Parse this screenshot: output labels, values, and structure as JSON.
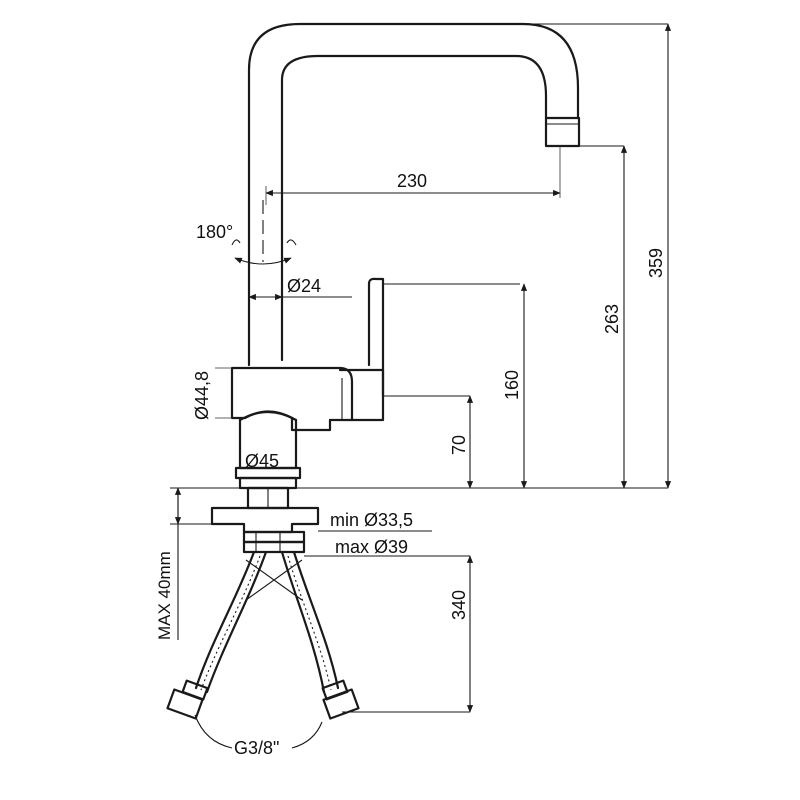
{
  "diagram": {
    "labels": {
      "rotation": "180°",
      "spout_reach": "230",
      "spout_diameter": "Ø24",
      "total_height": "359",
      "outlet_height": "263",
      "lever_height": "160",
      "body_height": "70",
      "body_diameter": "Ø44,8",
      "base_diameter": "Ø45",
      "hole_min": "min Ø33,5",
      "hole_max": "max Ø39",
      "worktop_max": "MAX 40mm",
      "hose_length": "340",
      "connection": "G3/8\""
    }
  }
}
